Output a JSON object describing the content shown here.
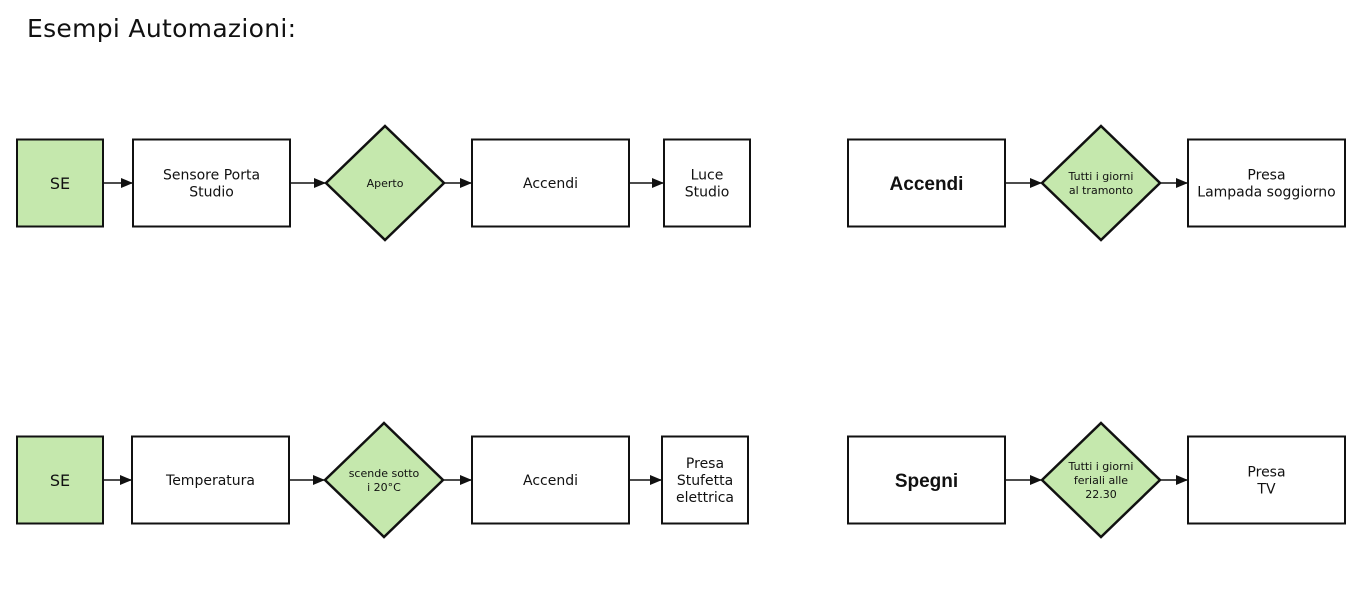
{
  "title": "Esempi Automazioni:",
  "colors": {
    "fill_green": "#c5e8ad",
    "fill_white": "#ffffff",
    "stroke": "#111111"
  },
  "flows": [
    {
      "nodes": [
        {
          "shape": "rect",
          "fill": "green",
          "lines": [
            "SE"
          ],
          "size": "small"
        },
        {
          "shape": "rect",
          "fill": "white",
          "lines": [
            "Sensore Porta",
            "Studio"
          ],
          "size": "wide"
        },
        {
          "shape": "diamond",
          "fill": "green",
          "lines": [
            "Aperto"
          ]
        },
        {
          "shape": "rect",
          "fill": "white",
          "lines": [
            "Accendi"
          ],
          "size": "wide"
        },
        {
          "shape": "rect",
          "fill": "white",
          "lines": [
            "Luce",
            "Studio"
          ],
          "size": "small"
        }
      ]
    },
    {
      "nodes": [
        {
          "shape": "rect",
          "fill": "white",
          "lines": [
            "Accendi"
          ],
          "size": "wide",
          "bold": true
        },
        {
          "shape": "diamond",
          "fill": "green",
          "lines": [
            "Tutti i giorni",
            "al tramonto"
          ]
        },
        {
          "shape": "rect",
          "fill": "white",
          "lines": [
            "Presa",
            "Lampada soggiorno"
          ],
          "size": "wide"
        }
      ]
    },
    {
      "nodes": [
        {
          "shape": "rect",
          "fill": "green",
          "lines": [
            "SE"
          ],
          "size": "small"
        },
        {
          "shape": "rect",
          "fill": "white",
          "lines": [
            "Temperatura"
          ],
          "size": "wide"
        },
        {
          "shape": "diamond",
          "fill": "green",
          "lines": [
            "scende sotto",
            "i 20°C"
          ]
        },
        {
          "shape": "rect",
          "fill": "white",
          "lines": [
            "Accendi"
          ],
          "size": "wide"
        },
        {
          "shape": "rect",
          "fill": "white",
          "lines": [
            "Presa",
            "Stufetta",
            "elettrica"
          ],
          "size": "small"
        }
      ]
    },
    {
      "nodes": [
        {
          "shape": "rect",
          "fill": "white",
          "lines": [
            "Spegni"
          ],
          "size": "wide",
          "bold": true
        },
        {
          "shape": "diamond",
          "fill": "green",
          "lines": [
            "Tutti i giorni",
            "feriali alle",
            "22.30"
          ]
        },
        {
          "shape": "rect",
          "fill": "white",
          "lines": [
            "Presa",
            "TV"
          ],
          "size": "wide"
        }
      ]
    }
  ]
}
